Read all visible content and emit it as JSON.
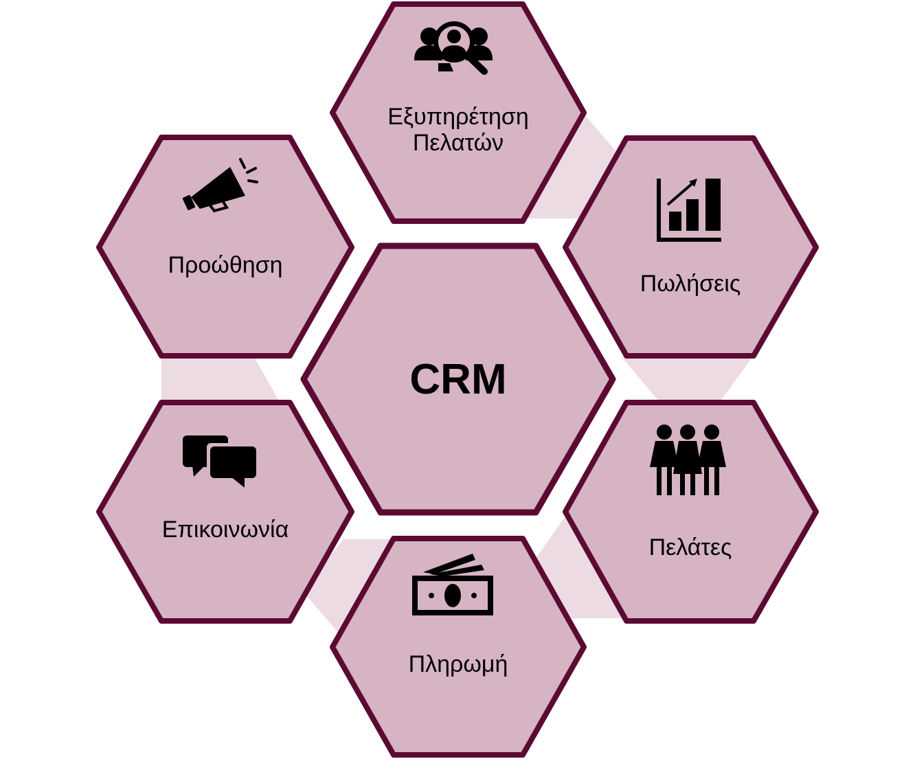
{
  "colors": {
    "hex_fill": "#d6b4c3",
    "hex_stroke": "#5c0a33",
    "connector": "#ecdbe2",
    "icon": "#000000",
    "background": "#ffffff"
  },
  "center": {
    "label": "CRM"
  },
  "nodes": [
    {
      "id": "customer-service",
      "line1": "Εξυπηρέτηση",
      "line2": "Πελατών",
      "icon": "user-search-icon"
    },
    {
      "id": "sales",
      "line1": "Πωλήσεις",
      "icon": "bar-chart-growth-icon"
    },
    {
      "id": "customers",
      "line1": "Πελάτες",
      "icon": "people-group-icon"
    },
    {
      "id": "payment",
      "line1": "Πληρωμή",
      "icon": "money-icon"
    },
    {
      "id": "communication",
      "line1": "Επικοινωνία",
      "icon": "chat-bubbles-icon"
    },
    {
      "id": "promotion",
      "line1": "Προώθηση",
      "icon": "megaphone-icon"
    }
  ]
}
